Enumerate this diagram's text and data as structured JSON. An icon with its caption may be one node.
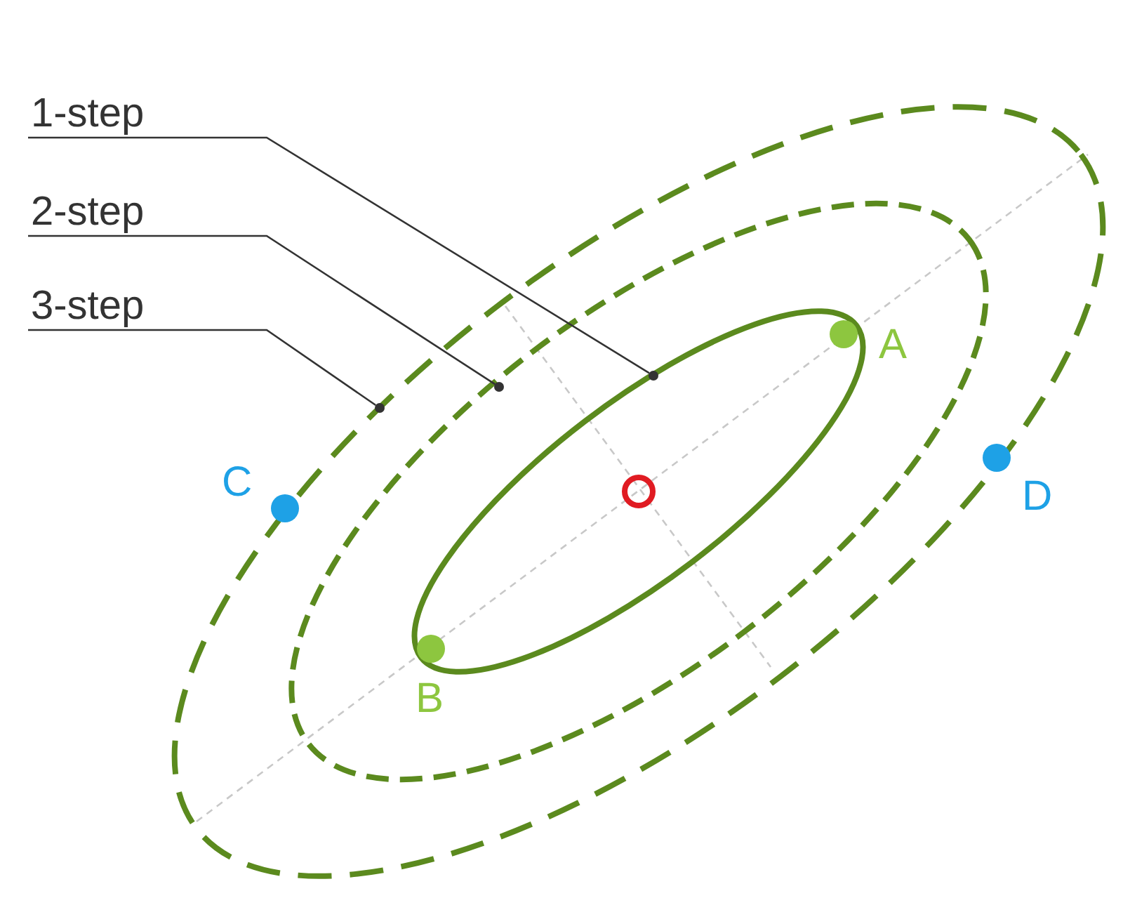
{
  "diagram": {
    "nodes": [
      {
        "text": [
          "1-step"
        ]
      },
      {
        "text": [
          "2-step"
        ]
      },
      {
        "text": [
          "3-step"
        ]
      },
      {
        "text": [],
        "shape": "circle"
      },
      {
        "text": [],
        "shape": "circle"
      },
      {
        "text": [],
        "shape": "circle"
      }
    ],
    "edges": [
      {
        "from": 0,
        "to": 3,
        "arrow": "none"
      },
      {
        "from": 1,
        "to": 4,
        "arrow": "none"
      },
      {
        "from": 2,
        "to": 5,
        "arrow": "none"
      }
    ],
    "labels": [
      "A",
      "C",
      "D",
      "B"
    ]
  }
}
